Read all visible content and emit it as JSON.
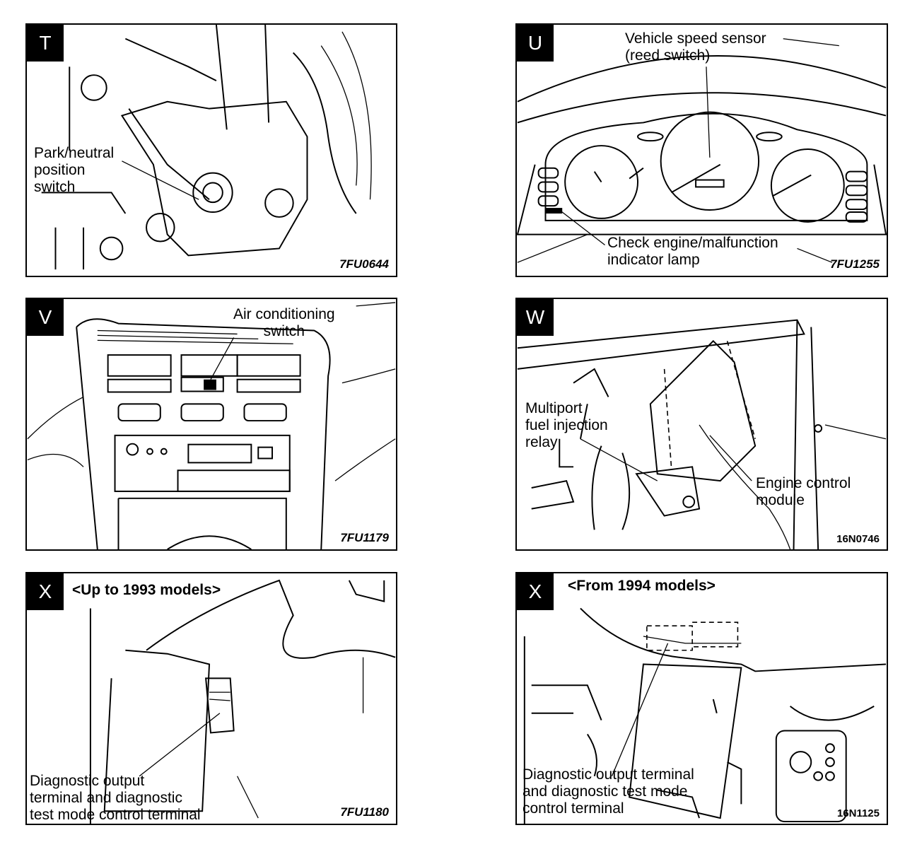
{
  "panels": {
    "t": {
      "letter": "T",
      "labels": {
        "switch": "Park/neutral\nposition\nswitch"
      },
      "code": "7FU0644"
    },
    "u": {
      "letter": "U",
      "labels": {
        "sensor": "Vehicle speed sensor\n(reed switch)",
        "lamp": "Check engine/malfunction\nindicator lamp"
      },
      "code": "7FU1255"
    },
    "v": {
      "letter": "V",
      "labels": {
        "ac": "Air conditioning\nswitch"
      },
      "code": "7FU1179"
    },
    "w": {
      "letter": "W",
      "labels": {
        "relay": "Multiport\nfuel injection\nrelay",
        "ecm": "Engine control\nmodule"
      },
      "code": "16N0746"
    },
    "x1": {
      "letter": "X",
      "subtitle": "<Up to 1993 models>",
      "labels": {
        "terminal": "Diagnostic output\nterminal and diagnostic\ntest mode control terminal"
      },
      "code": "7FU1180"
    },
    "x2": {
      "letter": "X",
      "subtitle": "<From 1994 models>",
      "labels": {
        "terminal": "Diagnostic output terminal\nand diagnostic test mode\ncontrol terminal"
      },
      "code": "16N1125"
    }
  }
}
